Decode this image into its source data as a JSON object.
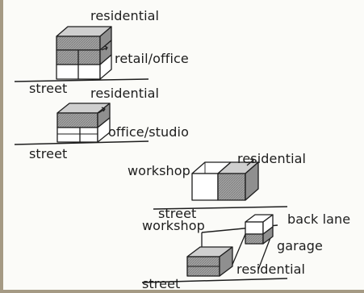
{
  "labels": {
    "fig1_top": "residential",
    "fig1_side": "retail/office",
    "fig1_street": "street",
    "fig2_top": "residential",
    "fig2_side": "office/studio",
    "fig2_street": "street",
    "fig3_left": "workshop",
    "fig3_right": "residential",
    "fig3_street": "street",
    "fig4_left": "workshop",
    "fig4_lane": "back lane",
    "fig4_garage": "garage",
    "fig4_res": "residential",
    "fig4_street": "street"
  },
  "colors": {
    "frame_border": "#a59a84",
    "shaded_block": "#9a9a9a",
    "ink": "#1d1d1d"
  }
}
